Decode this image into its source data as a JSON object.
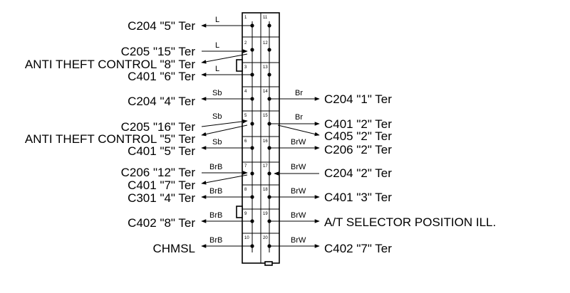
{
  "left_labels": [
    {
      "id": "c204-5",
      "text": "C204 \"5\" Ter"
    },
    {
      "id": "c205-15",
      "text": "C205 \"15\" Ter"
    },
    {
      "id": "anti-theft-8",
      "text": "ANTI THEFT CONTROL \"8\" Ter"
    },
    {
      "id": "c401-6",
      "text": "C401 \"6\" Ter"
    },
    {
      "id": "c204-4",
      "text": "C204 \"4\" Ter"
    },
    {
      "id": "c205-16",
      "text": "C205 \"16\" Ter"
    },
    {
      "id": "anti-theft-5",
      "text": "ANTI THEFT CONTROL \"5\" Ter"
    },
    {
      "id": "c401-5",
      "text": "C401 \"5\" Ter"
    },
    {
      "id": "c206-12",
      "text": "C206 \"12\" Ter"
    },
    {
      "id": "c401-7",
      "text": "C401 \"7\" Ter"
    },
    {
      "id": "c301-4",
      "text": "C301 \"4\" Ter"
    },
    {
      "id": "c402-8",
      "text": "C402 \"8\" Ter"
    },
    {
      "id": "chmsl",
      "text": "CHMSL"
    }
  ],
  "right_labels": [
    {
      "id": "c204-1",
      "text": "C204 \"1\" Ter"
    },
    {
      "id": "c401-2",
      "text": "C401 \"2\" Ter"
    },
    {
      "id": "c405-2",
      "text": "C405 \"2\" Ter"
    },
    {
      "id": "c206-2",
      "text": "C206 \"2\" Ter"
    },
    {
      "id": "c204-2",
      "text": "C204 \"2\" Ter"
    },
    {
      "id": "c401-3",
      "text": "C401 \"3\" Ter"
    },
    {
      "id": "at-selector",
      "text": "A/T SELECTOR POSITION ILL."
    },
    {
      "id": "c402-7",
      "text": "C402 \"7\" Ter"
    }
  ],
  "wire_colors": {
    "l1": "L",
    "l2": "L",
    "l3": "L",
    "sb1": "Sb",
    "sb2": "Sb",
    "sb3": "Sb",
    "brb1": "BrB",
    "brb2": "BrB",
    "brb3": "BrB",
    "brb4": "BrB",
    "br1": "Br",
    "br2": "Br",
    "brw1": "BrW",
    "brw2": "BrW",
    "brw3": "BrW",
    "brw4": "BrW",
    "brw5": "BrW"
  },
  "pins": {
    "left": [
      "1",
      "2",
      "3",
      "4",
      "5",
      "6",
      "7",
      "8",
      "9",
      "10"
    ],
    "right": [
      "11",
      "12",
      "13",
      "14",
      "15",
      "16",
      "17",
      "18",
      "19",
      "20"
    ]
  }
}
